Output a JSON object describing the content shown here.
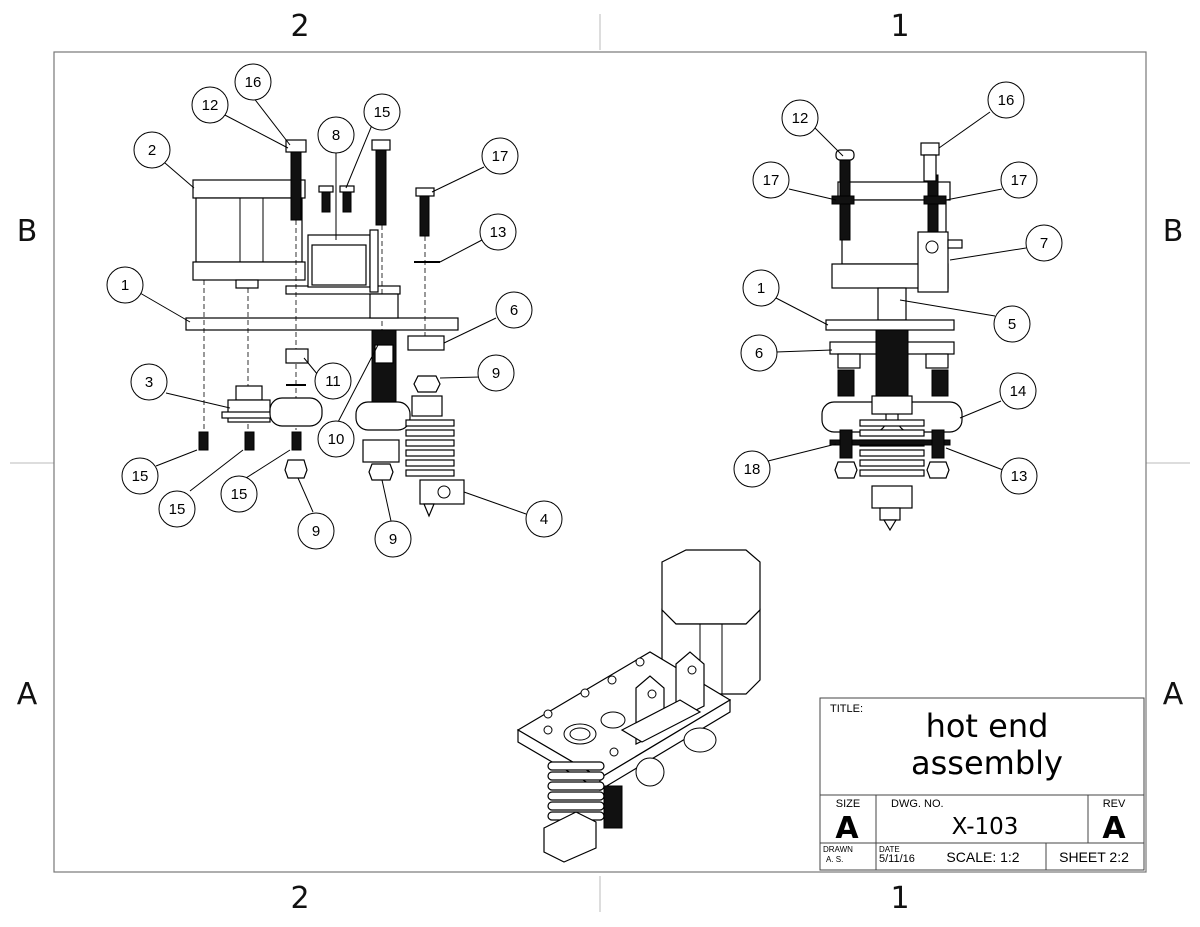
{
  "zones": {
    "top_left": "2",
    "top_right": "1",
    "bottom_left": "2",
    "bottom_right": "1",
    "left_upper": "B",
    "left_lower": "A",
    "right_upper": "B",
    "right_lower": "A"
  },
  "balloons_front": [
    "16",
    "12",
    "2",
    "8",
    "15",
    "17",
    "13",
    "1",
    "6",
    "9",
    "11",
    "3",
    "10",
    "15",
    "15",
    "15",
    "9",
    "9",
    "4"
  ],
  "balloons_side": [
    "16",
    "12",
    "17",
    "17",
    "7",
    "1",
    "5",
    "6",
    "14",
    "18",
    "13"
  ],
  "title_block": {
    "title_label": "TITLE:",
    "title_line1": "hot end",
    "title_line2": "assembly",
    "size_label": "SIZE",
    "size_value": "A",
    "dwg_label": "DWG.  NO.",
    "dwg_value": "X-103",
    "rev_label": "REV",
    "rev_value": "A",
    "drawn_label": "DRAWN",
    "drawn_value": "A. S.",
    "date_label": "DATE",
    "date_value": "5/11/16",
    "scale": "SCALE: 1:2",
    "sheet": "SHEET 2:2"
  }
}
